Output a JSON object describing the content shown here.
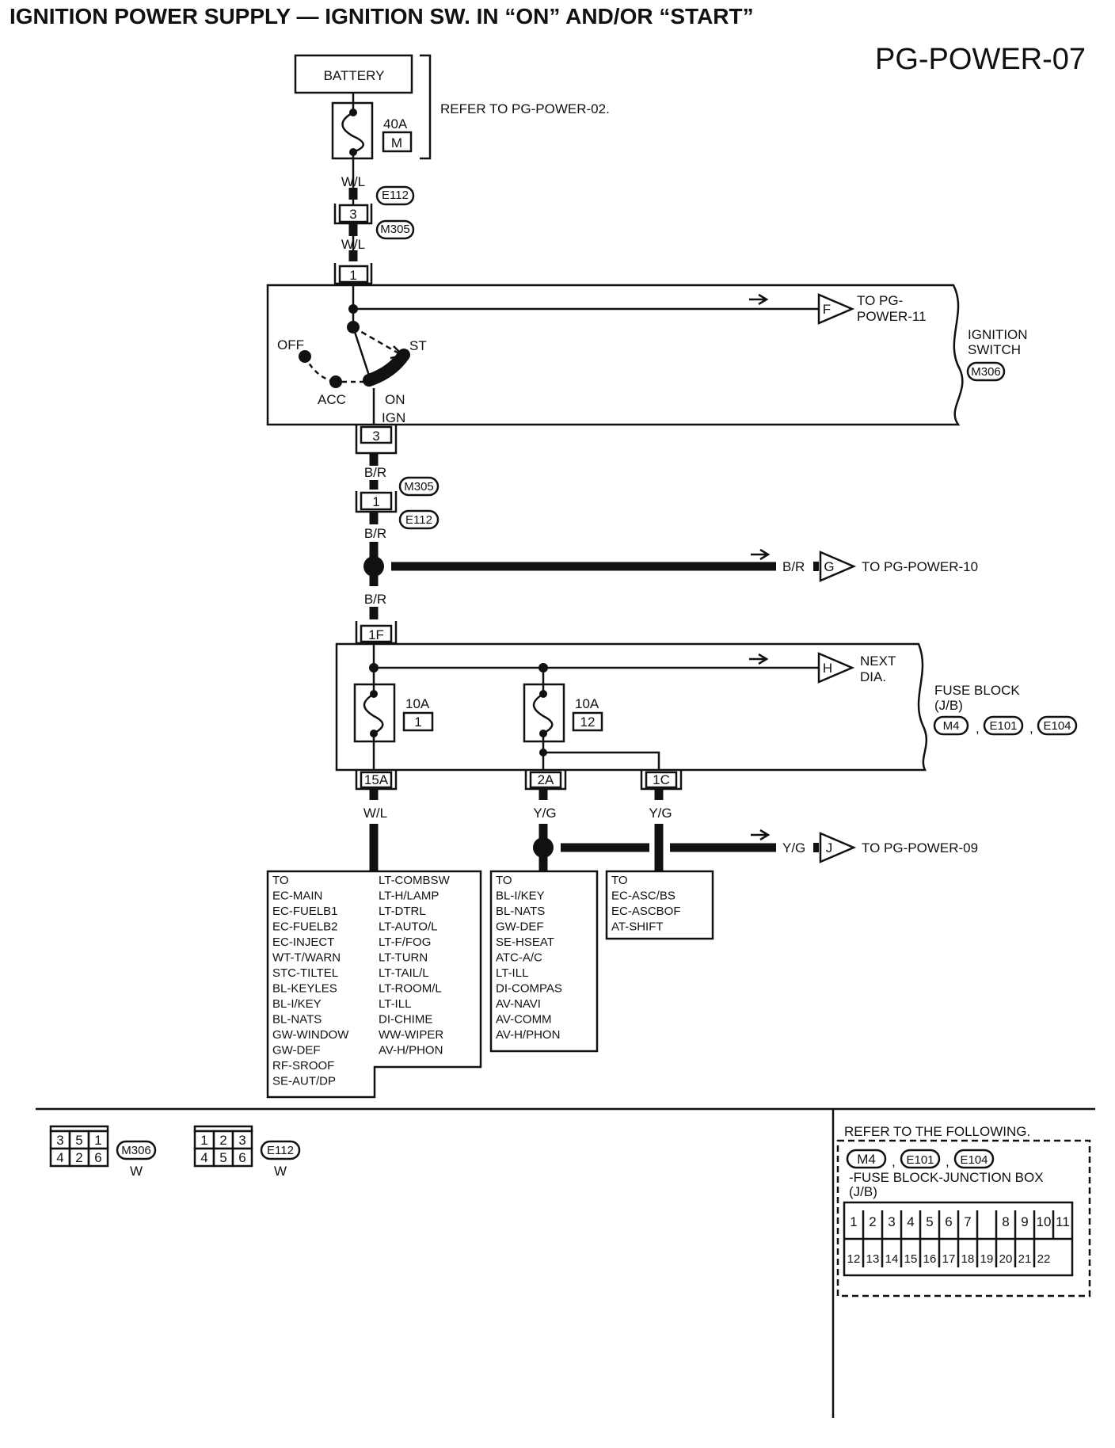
{
  "title": "IGNITION POWER SUPPLY — IGNITION SW. IN “ON” AND/OR “START”",
  "diagram_code": "PG-POWER-07",
  "battery": {
    "label": "BATTERY",
    "fuse_rating": "40A",
    "fuse_id": "M",
    "refer_note": "REFER TO PG-POWER-02."
  },
  "wire_colors": {
    "wl_top1": "W/L",
    "wl_top2": "W/L",
    "br1": "B/R",
    "br2": "B/R",
    "br3": "B/R",
    "br_branch": "B/R",
    "wl_bottom": "W/L",
    "yg1": "Y/G",
    "yg2": "Y/G",
    "yg_branch": "Y/G"
  },
  "connectors": {
    "e112_top": "E112",
    "m305_top": "M305",
    "pin_3_top": "3",
    "pin_1_switch": "1",
    "pin_3_switch": "3",
    "m305_mid": "M305",
    "e112_mid": "E112",
    "pin_1_mid": "1",
    "pin_1f": "1F",
    "pin_15a": "15A",
    "pin_2a": "2A",
    "pin_1c": "1C"
  },
  "ignition_switch": {
    "name_line1": "IGNITION",
    "name_line2": "SWITCH",
    "connector": "M306",
    "positions": {
      "off": "OFF",
      "acc": "ACC",
      "on": "ON",
      "ign": "IGN",
      "st": "ST"
    },
    "output_connector": "F",
    "output_line1": "TO PG-",
    "output_line2": "POWER-11"
  },
  "branch_g": {
    "connector": "G",
    "label": "TO PG-POWER-10"
  },
  "fuse_block": {
    "name_line1": "FUSE BLOCK",
    "name_line2": "(J/B)",
    "connectors": [
      "M4",
      "E101",
      "E104"
    ],
    "sep1": ",",
    "sep2": ",",
    "next_connector": "H",
    "next_line1": "NEXT",
    "next_line2": "DIA.",
    "fuse1": {
      "rating": "10A",
      "number": "1"
    },
    "fuse2": {
      "rating": "10A",
      "number": "12"
    }
  },
  "branch_j": {
    "connector": "J",
    "label": "TO PG-POWER-09"
  },
  "dest_list_1": {
    "col1": [
      "TO",
      "EC-MAIN",
      "EC-FUELB1",
      "EC-FUELB2",
      "EC-INJECT",
      "WT-T/WARN",
      "STC-TILTEL",
      "BL-KEYLES",
      "BL-I/KEY",
      "BL-NATS",
      "GW-WINDOW",
      "GW-DEF",
      "RF-SROOF",
      "SE-AUT/DP"
    ],
    "col2": [
      "LT-COMBSW",
      "LT-H/LAMP",
      "LT-DTRL",
      "LT-AUTO/L",
      "LT-F/FOG",
      "LT-TURN",
      "LT-TAIL/L",
      "LT-ROOM/L",
      "LT-ILL",
      "DI-CHIME",
      "WW-WIPER",
      "AV-H/PHON"
    ]
  },
  "dest_list_2": [
    "TO",
    "BL-I/KEY",
    "BL-NATS",
    "GW-DEF",
    "SE-HSEAT",
    "ATC-A/C",
    "LT-ILL",
    "DI-COMPAS",
    "AV-NAVI",
    "AV-COMM",
    "AV-H/PHON"
  ],
  "dest_list_3": [
    "TO",
    "EC-ASC/BS",
    "EC-ASCBOF",
    "AT-SHIFT"
  ],
  "bottom_connectors": [
    {
      "name": "M306",
      "color": "W",
      "pins_top": [
        "3",
        "5",
        "1"
      ],
      "pins_bottom": [
        "4",
        "2",
        "6"
      ]
    },
    {
      "name": "E112",
      "color": "W",
      "pins_top": [
        "1",
        "2",
        "3"
      ],
      "pins_bottom": [
        "4",
        "5",
        "6"
      ]
    }
  ],
  "refer_box": {
    "heading": "REFER TO THE FOLLOWING.",
    "connectors": [
      "M4",
      "E101",
      "E104"
    ],
    "sep1": ",",
    "sep2": ",",
    "line1": "-FUSE BLOCK-JUNCTION BOX",
    "line2": "(J/B)",
    "pins_top": [
      "1",
      "2",
      "3",
      "4",
      "5",
      "6",
      "7",
      "",
      "8",
      "9",
      "10",
      "11"
    ],
    "pins_bottom": [
      "12",
      "13",
      "14",
      "15",
      "16",
      "17",
      "18",
      "19",
      "20",
      "21",
      "22"
    ]
  }
}
